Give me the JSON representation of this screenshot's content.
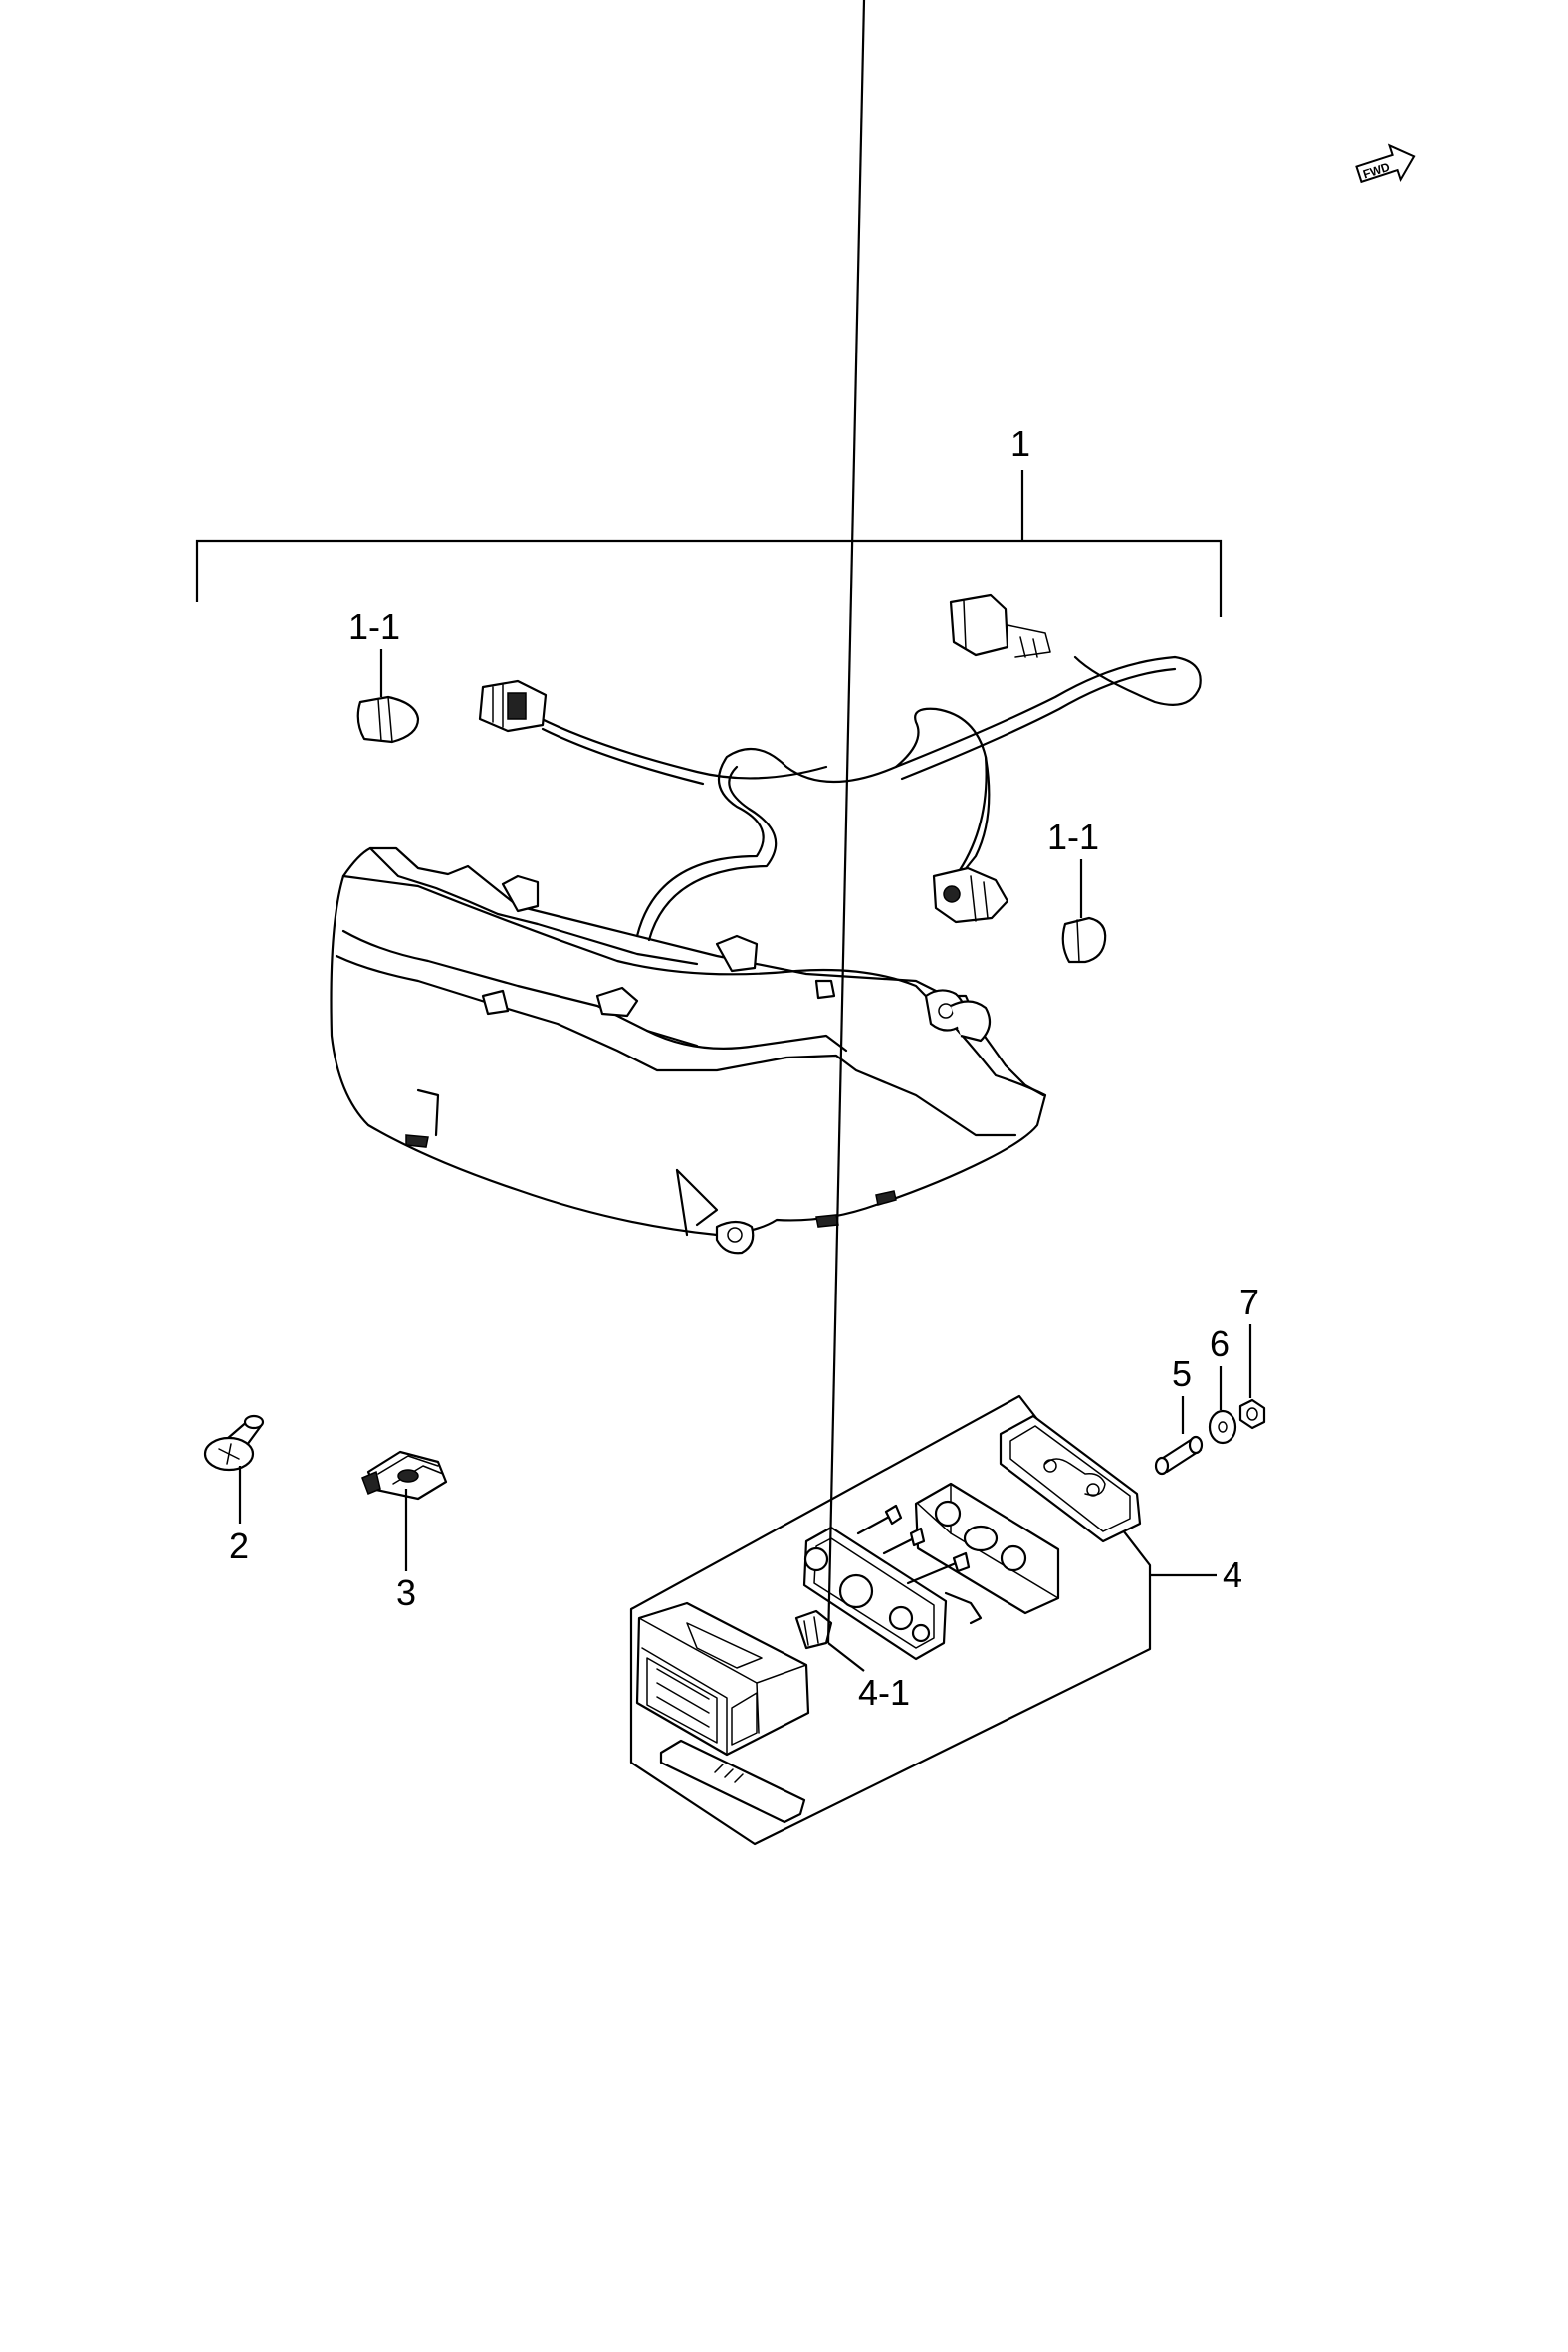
{
  "fwd_badge": {
    "text": "FWD"
  },
  "callouts": {
    "c1": "1",
    "c1_1_left": "1-1",
    "c1_1_right": "1-1",
    "c2": "2",
    "c3": "3",
    "c4": "4",
    "c4_1": "4-1",
    "c5": "5",
    "c6": "6",
    "c7": "7"
  }
}
